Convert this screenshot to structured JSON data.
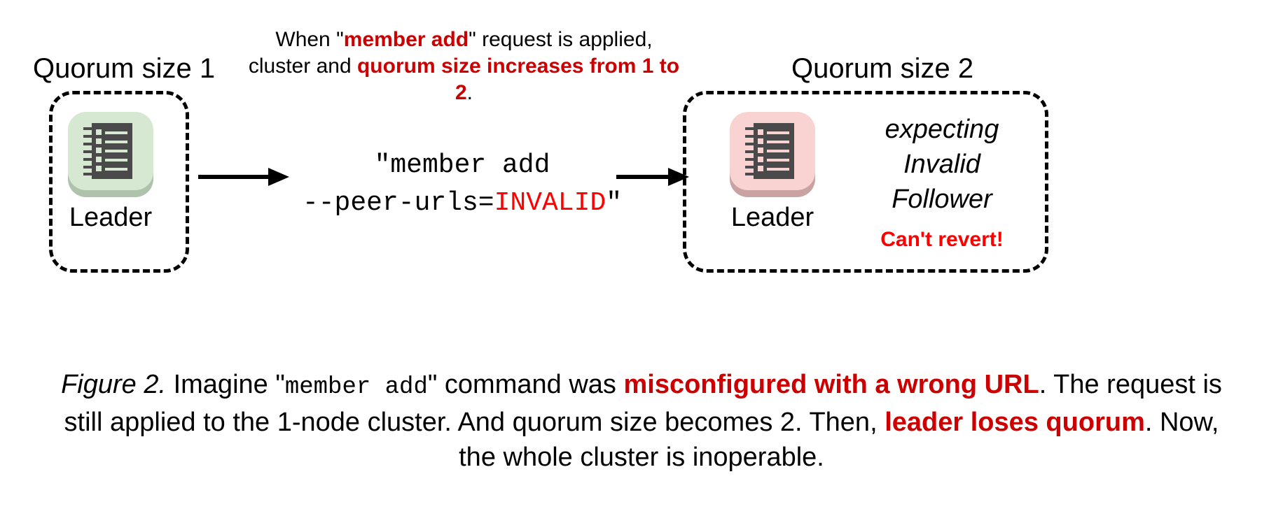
{
  "figure": {
    "left_group": {
      "label": "Quorum size 1",
      "node_caption": "Leader",
      "icon": "server-rack-icon",
      "tile_color": "#D6E7D2",
      "tile_shadow": "#AFC2AB",
      "glyph_color": "#4A4A4A"
    },
    "right_group": {
      "label": "Quorum size 2",
      "node_caption": "Leader",
      "icon": "server-rack-icon",
      "tile_color": "#F9D2D2",
      "tile_shadow": "#C9A2A2",
      "glyph_color": "#4A4A4A",
      "status_lines": [
        "expecting",
        "Invalid",
        "Follower"
      ],
      "warning": "Can't revert!",
      "warning_color": "#FF0000"
    },
    "top_note": {
      "part1": "When \"",
      "emph1": "member add",
      "part2": "\" request is applied, cluster and ",
      "emph2": "quorum size increases from 1 to 2",
      "part3": ".",
      "emphasis_color": "#CC0000"
    },
    "command": {
      "line1": "\"member add",
      "line2_prefix": "--peer-urls=",
      "line2_value": "INVALID",
      "line2_suffix": "\"",
      "value_color": "#FF0000"
    },
    "arrows": {
      "arrow_1": "arrow-right-icon",
      "arrow_2": "arrow-right-icon"
    },
    "caption": {
      "figure_number": "Figure 2.",
      "t1": " Imagine \"",
      "code1": "member add",
      "t2": "\" command was ",
      "emph1": "misconfigured with a wrong URL",
      "t3": ". The request is still applied to the 1-node cluster. And quorum size becomes 2. Then, ",
      "emph2": "leader loses quorum",
      "t4": ". Now, the whole cluster is inoperable.",
      "emphasis_color": "#CC0000"
    }
  }
}
